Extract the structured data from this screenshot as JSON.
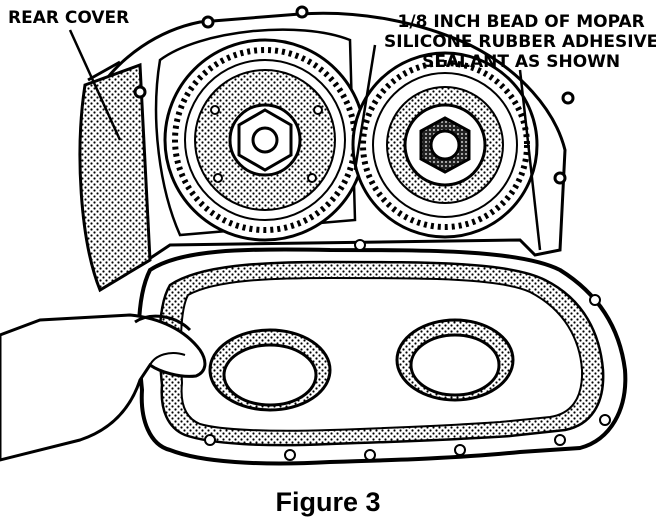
{
  "labels": {
    "rear_cover": "REAR COVER",
    "bead_line1": "1/8 INCH BEAD OF MOPAR",
    "bead_line2": "SILICONE RUBBER ADHESIVE",
    "bead_line3": "SEALANT AS SHOWN"
  },
  "caption": "Figure 3",
  "colors": {
    "ink": "#000000",
    "paper": "#ffffff"
  }
}
